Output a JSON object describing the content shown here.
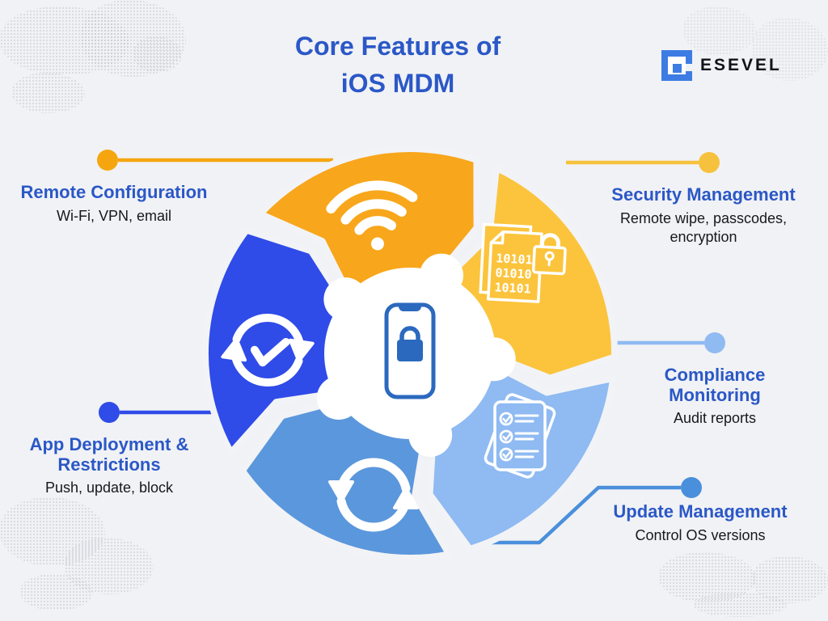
{
  "header": {
    "title_line1": "Core Features of",
    "title_line2": "iOS MDM"
  },
  "logo": {
    "text": "ESEVEL"
  },
  "colors": {
    "background": "#F1F2F5",
    "title_blue": "#2B58C7",
    "body_text": "#17171F",
    "phone_blue": "#2B69BE",
    "logo_blue": "#3D7CE3",
    "center_white": "#FFFFFF"
  },
  "icons": {
    "binary_lines": [
      "10101",
      "01010",
      "10101"
    ]
  },
  "features": [
    {
      "name": "remote-configuration",
      "title": "Remote Configuration",
      "subtitle": "Wi-Fi, VPN, email",
      "segment_color": "#F8A61B",
      "connector_color": "#F5A60F",
      "icon": "wifi-icon"
    },
    {
      "name": "security-management",
      "title": "Security Management",
      "subtitle": "Remote wipe, passcodes, encryption",
      "segment_color": "#FBC43C",
      "connector_color": "#F6C23E",
      "icon": "binary-lock-icon"
    },
    {
      "name": "compliance-monitoring",
      "title": "Compliance Monitoring",
      "subtitle": "Audit reports",
      "segment_color": "#8FBAF2",
      "connector_color": "#8FBAF2",
      "icon": "checklist-icon"
    },
    {
      "name": "update-management",
      "title": "Update Management",
      "subtitle": "Control OS versions",
      "segment_color": "#5B97DC",
      "connector_color": "#4A8FDB",
      "icon": "sync-icon"
    },
    {
      "name": "app-deployment-restrictions",
      "title": "App Deployment & Restrictions",
      "subtitle": "Push, update, block",
      "segment_color": "#2F4BE8",
      "connector_color": "#2F4BE8",
      "icon": "sync-check-icon"
    }
  ]
}
